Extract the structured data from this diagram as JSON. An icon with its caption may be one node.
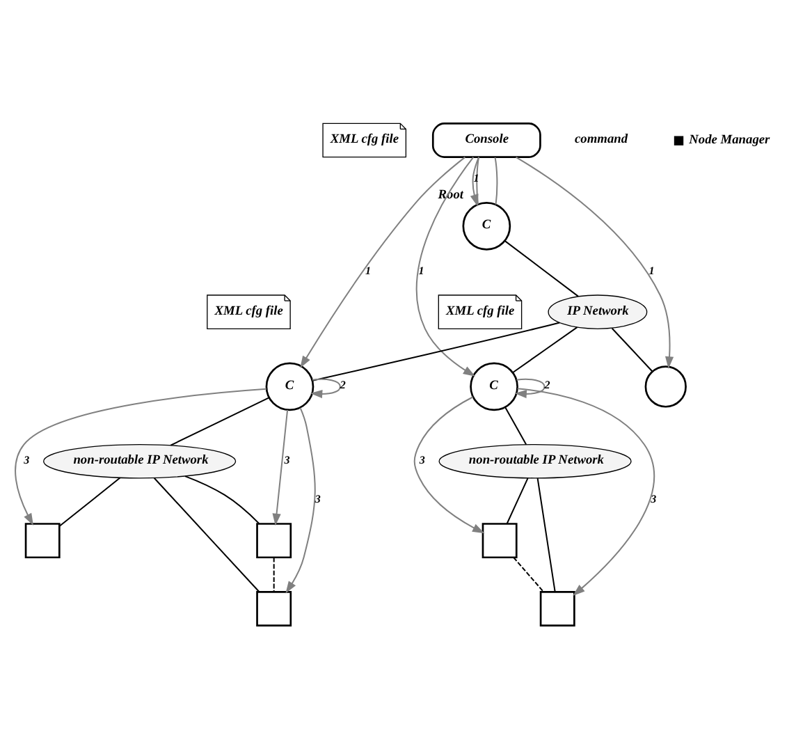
{
  "diagram": {
    "nodes": [
      {
        "text": [
          "Console"
        ]
      },
      {
        "text": [
          "XML cfg file"
        ]
      },
      {
        "text": [
          "C"
        ],
        "beside": [
          "Root"
        ]
      },
      {
        "text": [
          "IP Network"
        ]
      },
      {
        "text": [
          "XML cfg file"
        ]
      },
      {
        "text": [
          "C"
        ]
      },
      {
        "text": [],
        "shape": "circle"
      },
      {
        "text": [
          "C"
        ]
      },
      {
        "text": [
          "XML cfg file"
        ]
      },
      {
        "text": [
          "non-routable IP Network"
        ]
      },
      {
        "text": [
          "non-routable IP Network"
        ]
      },
      {
        "text": [],
        "shape": "box"
      },
      {
        "text": [],
        "shape": "box"
      },
      {
        "text": [],
        "shape": "box"
      },
      {
        "text": [],
        "shape": "box"
      },
      {
        "text": [],
        "shape": "box"
      }
    ],
    "edges": [
      {
        "from": 0,
        "to": 2,
        "arrow": "none",
        "color": "#808080"
      },
      {
        "from": 0,
        "to": 2,
        "arrow": "none",
        "color": "#808080"
      },
      {
        "from": 0,
        "to": 5,
        "arrow": "to",
        "label": "1",
        "color": "#808080"
      },
      {
        "from": 0,
        "to": 2,
        "arrow": "to",
        "label": "1",
        "color": "#808080"
      },
      {
        "from": 0,
        "to": 7,
        "arrow": "to",
        "label": "1",
        "color": "#808080"
      },
      {
        "from": 0,
        "to": 6,
        "arrow": "to",
        "label": "1",
        "color": "#808080"
      },
      {
        "from": 5,
        "to": 5,
        "arrow": "to",
        "label": "2",
        "color": "#808080"
      },
      {
        "from": 7,
        "to": 7,
        "arrow": "to",
        "label": "2",
        "color": "#808080"
      },
      {
        "from": 5,
        "to": 11,
        "arrow": "to",
        "label": "3",
        "color": "#808080"
      },
      {
        "from": 5,
        "to": 12,
        "arrow": "to",
        "label": "3",
        "color": "#808080"
      },
      {
        "from": 5,
        "to": 13,
        "arrow": "to",
        "label": "3",
        "color": "#808080"
      },
      {
        "from": 7,
        "to": 14,
        "arrow": "to",
        "label": "3",
        "color": "#808080"
      },
      {
        "from": 7,
        "to": 15,
        "arrow": "to",
        "label": "3",
        "color": "#808080"
      },
      {
        "from": 2,
        "to": 3,
        "arrow": "none",
        "color": "#000000"
      },
      {
        "from": 3,
        "to": 5,
        "arrow": "none",
        "color": "#000000"
      },
      {
        "from": 3,
        "to": 6,
        "arrow": "none",
        "color": "#000000"
      },
      {
        "from": 3,
        "to": 7,
        "arrow": "none",
        "color": "#000000"
      },
      {
        "from": 5,
        "to": 9,
        "arrow": "none",
        "color": "#000000"
      },
      {
        "from": 9,
        "to": 11,
        "arrow": "none",
        "color": "#000000"
      },
      {
        "from": 9,
        "to": 12,
        "arrow": "none",
        "color": "#000000"
      },
      {
        "from": 9,
        "to": 13,
        "arrow": "none",
        "color": "#000000"
      },
      {
        "from": 12,
        "to": 13,
        "arrow": "none",
        "style": "dashed",
        "color": "#000000"
      },
      {
        "from": 7,
        "to": 10,
        "arrow": "none",
        "color": "#000000"
      },
      {
        "from": 10,
        "to": 14,
        "arrow": "none",
        "color": "#000000"
      },
      {
        "from": 10,
        "to": 15,
        "arrow": "none",
        "color": "#000000"
      },
      {
        "from": 14,
        "to": 15,
        "arrow": "none",
        "style": "dashed",
        "color": "#000000"
      }
    ],
    "labels": [
      "command"
    ],
    "legend": [
      {
        "text": "Node Manager",
        "color": "#000000"
      }
    ]
  }
}
